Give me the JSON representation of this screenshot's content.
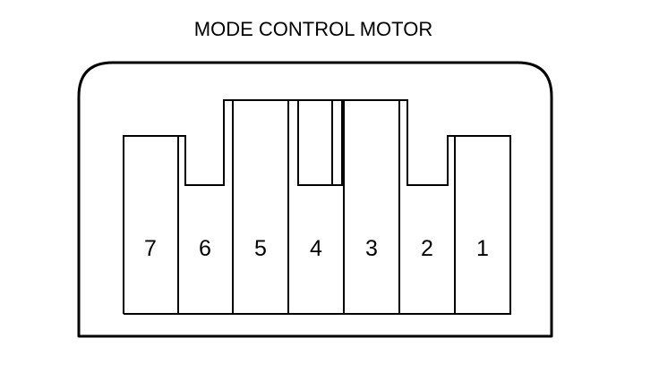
{
  "title": "MODE CONTROL MOTOR",
  "pins": [
    {
      "label": "7"
    },
    {
      "label": "6"
    },
    {
      "label": "5"
    },
    {
      "label": "4"
    },
    {
      "label": "3"
    },
    {
      "label": "2"
    },
    {
      "label": "1"
    }
  ],
  "colors": {
    "line": "#000000",
    "background": "#ffffff"
  }
}
